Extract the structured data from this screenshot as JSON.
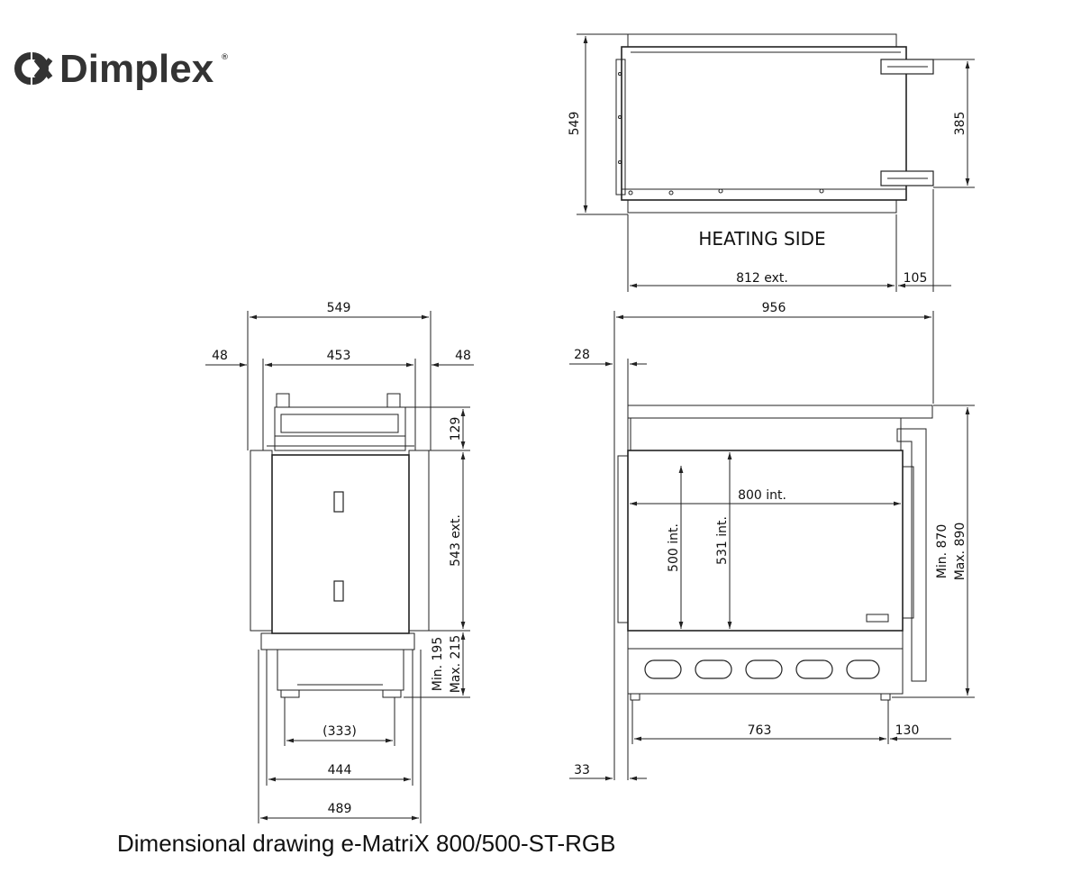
{
  "brand": {
    "name": "Dimplex",
    "registered_mark": "®"
  },
  "caption": "Dimensional drawing e-MatriX 800/500-ST-RGB",
  "top_view": {
    "heading": "HEATING SIDE",
    "depth": "549",
    "bracket_span": "385",
    "width_ext": "812 ext.",
    "offset": "105"
  },
  "side_view": {
    "overall_width": "549",
    "left_margin": "48",
    "body_width": "453",
    "right_margin": "48",
    "top_height": "129",
    "body_height": "543 ext.",
    "base_height": "Min. 195 Max. 215",
    "base_height_line1": "Min. 195",
    "base_height_line2": "Max. 215",
    "foot_span": "(333)",
    "plinth_width": "444",
    "base_width": "489"
  },
  "front_view": {
    "overall_width": "956",
    "top_offset": "28",
    "opening_width": "800 int.",
    "opening_height": "500 int.",
    "glass_height": "531 int.",
    "overall_height_line1": "Min. 870",
    "overall_height_line2": "Max. 890",
    "base_width": "763",
    "side_offset": "130",
    "bottom_offset": "33"
  }
}
